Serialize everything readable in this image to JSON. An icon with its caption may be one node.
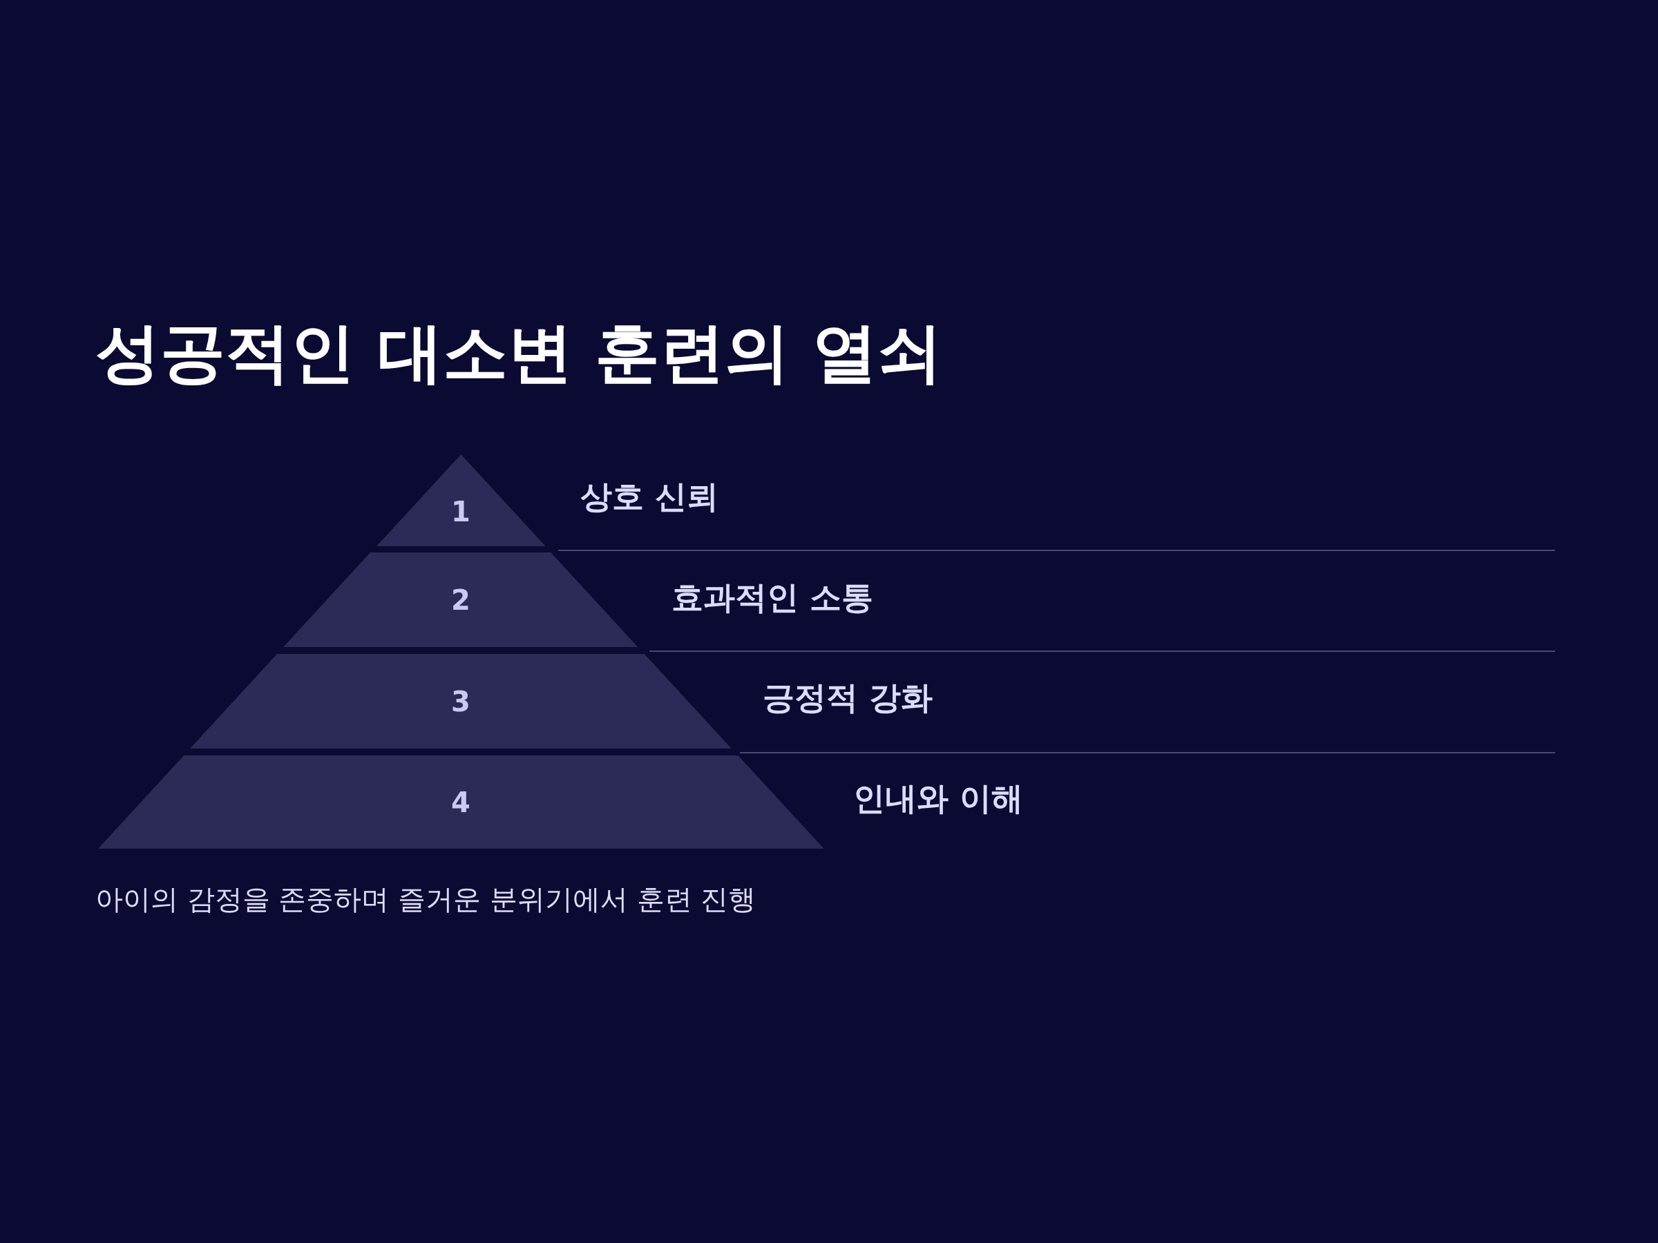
{
  "diagram": {
    "title": "성공적인 대소변 훈련의 열쇠",
    "caption": "아이의 감정을 존중하며 즐거운 분위기에서 훈련 진행",
    "nodes": [
      {
        "text": [
          "1"
        ],
        "beside": [
          "상호 신뢰"
        ]
      },
      {
        "text": [
          "2"
        ],
        "beside": [
          "효과적인 소통"
        ]
      },
      {
        "text": [
          "3"
        ],
        "beside": [
          "긍정적 강화"
        ]
      },
      {
        "text": [
          "4"
        ],
        "beside": [
          "인내와 이해"
        ]
      }
    ]
  }
}
